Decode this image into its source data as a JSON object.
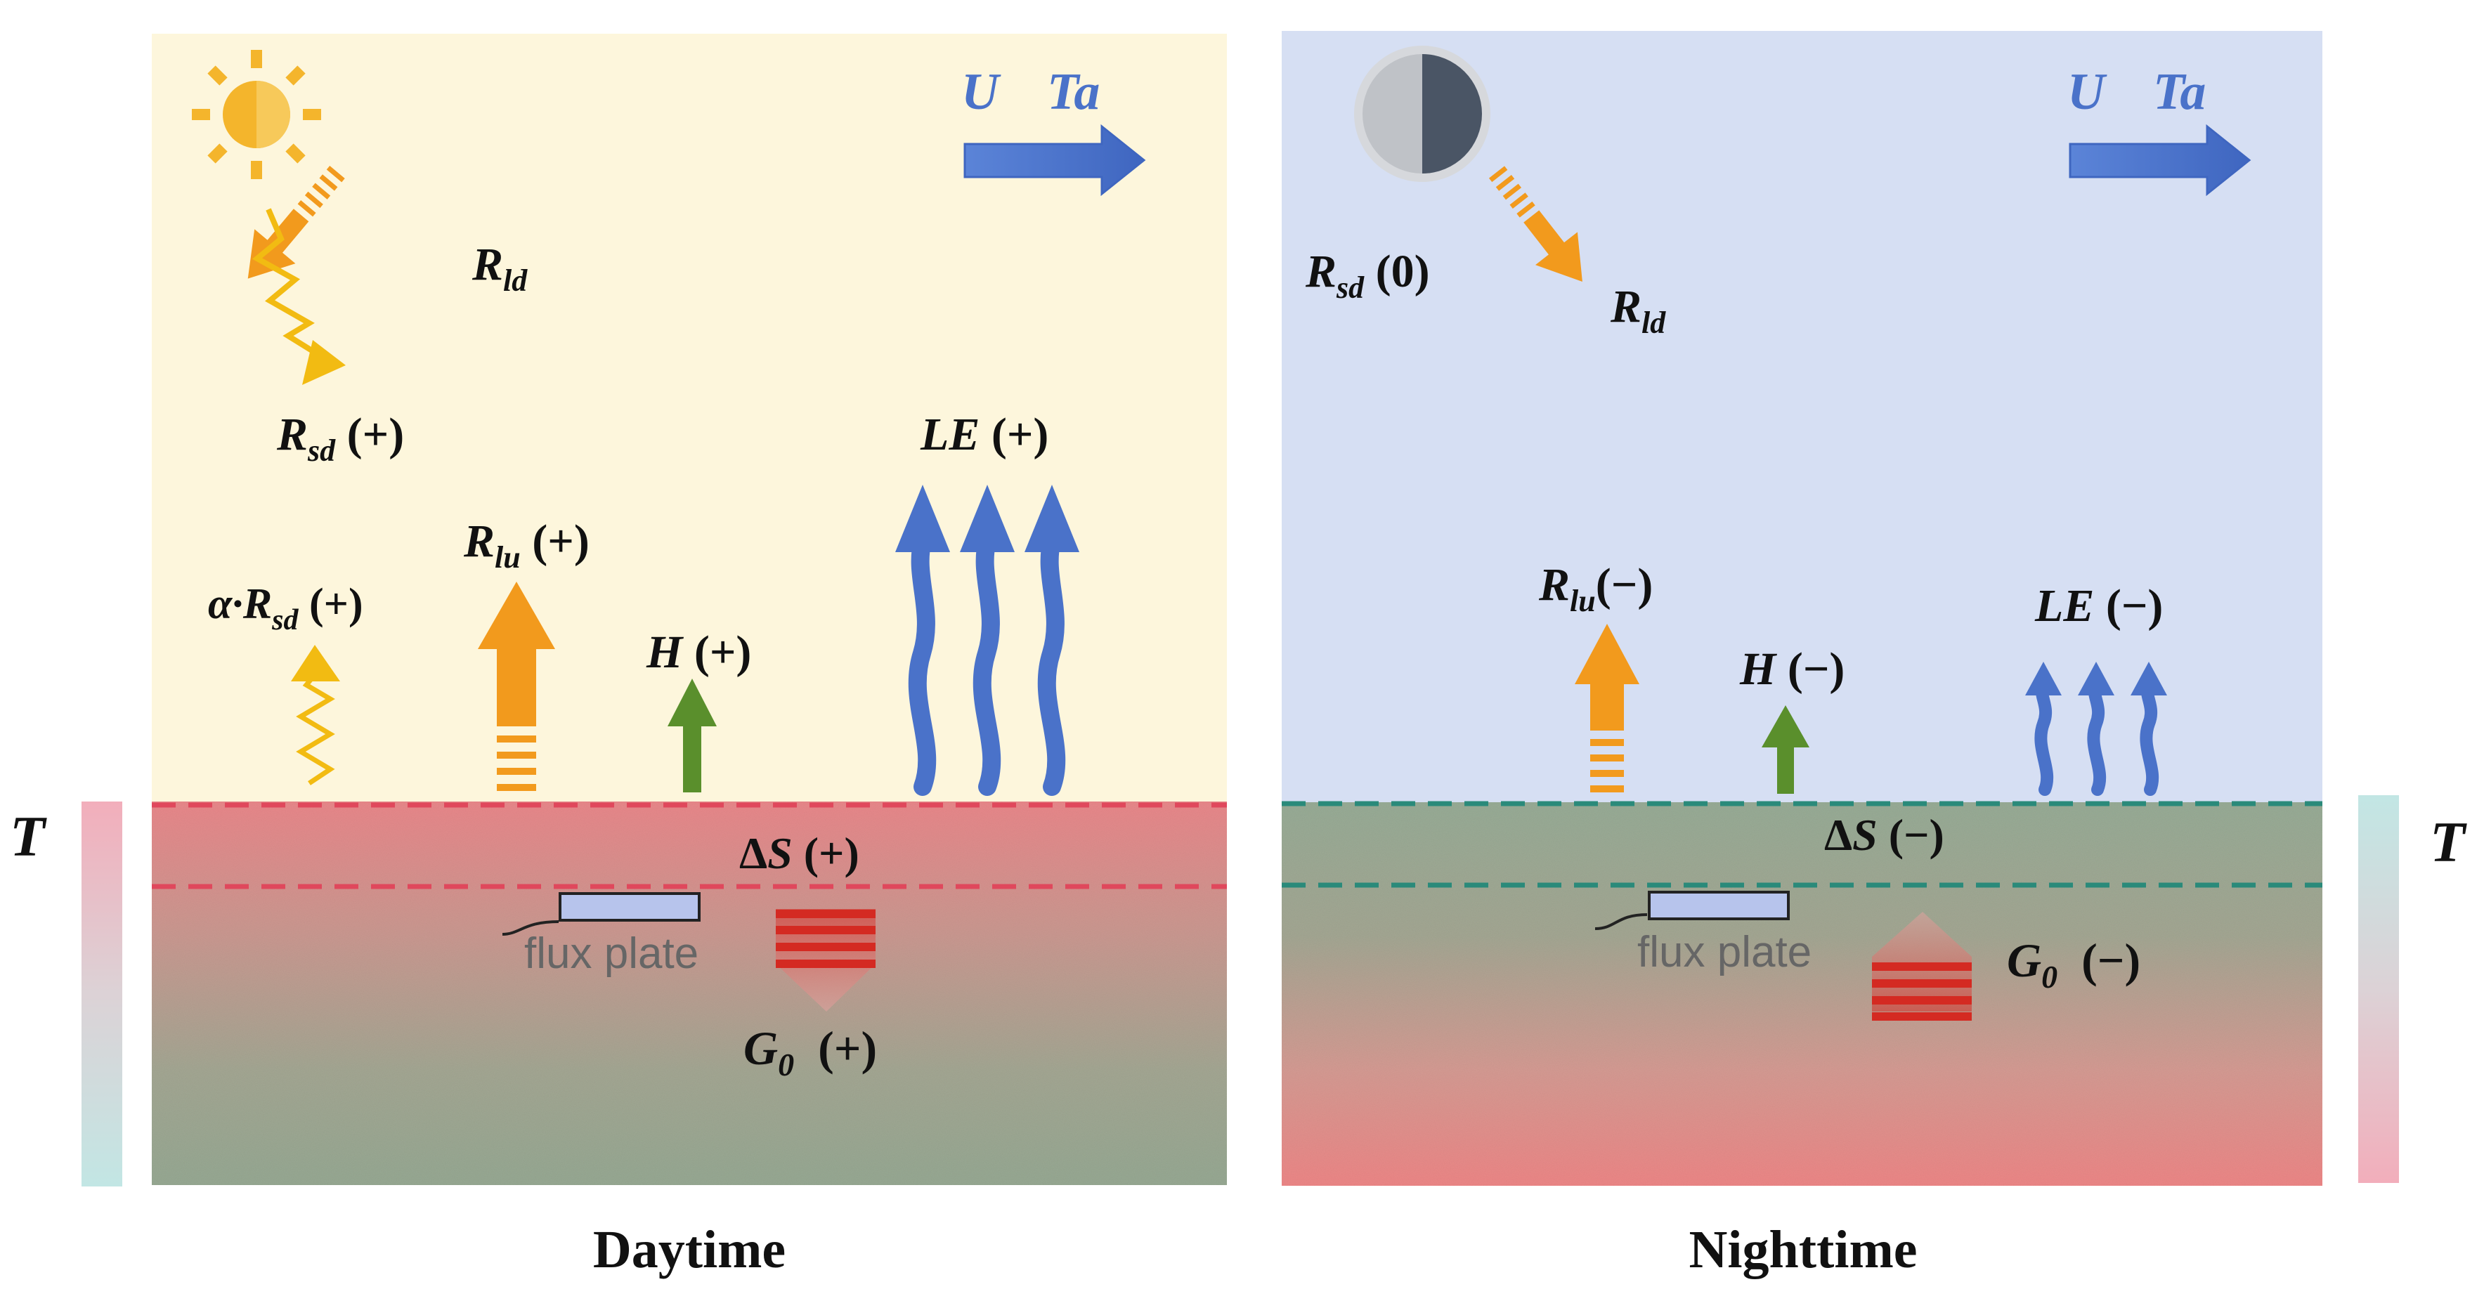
{
  "panels": {
    "day": {
      "caption": "Daytime",
      "wind": {
        "u": "U",
        "ta": "Ta"
      },
      "labels": {
        "rld": {
          "main": "R",
          "sub": "ld",
          "suffix": ""
        },
        "rsd": {
          "main": "R",
          "sub": "sd",
          "suffix": " (+)"
        },
        "albedo": {
          "prefix": "α·",
          "main": "R",
          "sub": "sd",
          "suffix": " (+)"
        },
        "rlu": {
          "main": "R",
          "sub": "lu",
          "suffix": " (+)"
        },
        "h": {
          "main": "H",
          "suffix": " (+)"
        },
        "le": {
          "main": "LE",
          "suffix": " (+)"
        },
        "ds": {
          "prefix": "Δ",
          "main": "S",
          "suffix": " (+)"
        },
        "g0": {
          "main": "G",
          "sub": "0",
          "suffix": "  (+)"
        }
      },
      "flux_plate": "flux plate",
      "t_bar": "T"
    },
    "night": {
      "caption": "Nighttime",
      "wind": {
        "u": "U",
        "ta": "Ta"
      },
      "labels": {
        "rsd": {
          "main": "R",
          "sub": "sd",
          "suffix": " (0)"
        },
        "rld": {
          "main": "R",
          "sub": "ld",
          "suffix": ""
        },
        "rlu": {
          "main": "R",
          "sub": "lu",
          "suffix": "(−)"
        },
        "h": {
          "main": "H",
          "suffix": " (−)"
        },
        "le": {
          "main": "LE",
          "suffix": " (−)"
        },
        "ds": {
          "prefix": "Δ",
          "main": "S",
          "suffix": " (−)"
        },
        "g0": {
          "main": "G",
          "sub": "0",
          "suffix": "  (−)"
        }
      },
      "flux_plate": "flux plate",
      "t_bar": "T"
    }
  },
  "colors": {
    "day_sky": "#fdf6dc",
    "night_sky": "#d6dff3",
    "soil_red": "#e88a8a",
    "soil_green": "#9aaa94",
    "orange": "#f29a1d",
    "yellow": "#f2bb12",
    "green_arrow": "#5a8f2c",
    "blue_arrow": "#4a72c9",
    "red_stripes": "#d42a22",
    "day_dash": "#e0485c",
    "night_dash": "#2a8a7a",
    "t_red": "#f2b5be",
    "t_teal": "#c6e6e6"
  },
  "icons": [
    "sun-icon",
    "moon-icon",
    "wind-arrow-icon"
  ]
}
